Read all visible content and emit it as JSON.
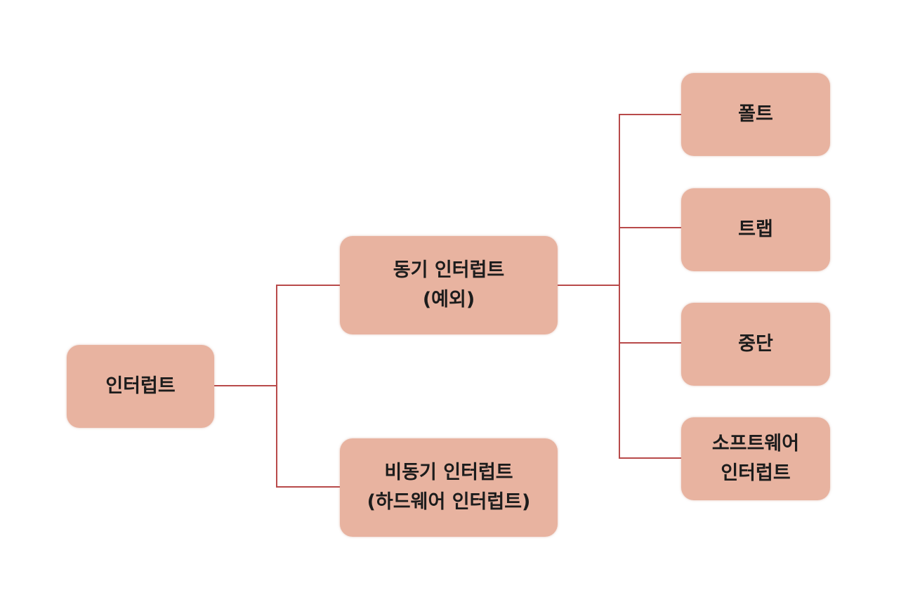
{
  "diagram": {
    "root": {
      "label": "인터럽트"
    },
    "sync": {
      "line1": "동기 인터럽트",
      "line2": "(예외)"
    },
    "async": {
      "line1": "비동기 인터럽트",
      "line2": "(하드웨어 인터럽트)"
    },
    "exceptions": [
      {
        "line1": "폴트"
      },
      {
        "line1": "트랩"
      },
      {
        "line1": "중단"
      },
      {
        "line1": "소프트웨어",
        "line2": "인터럽트"
      }
    ],
    "colors": {
      "node_fill": "#e8b3a0",
      "connector": "#b84a4a",
      "text": "#1c1c1c"
    }
  }
}
